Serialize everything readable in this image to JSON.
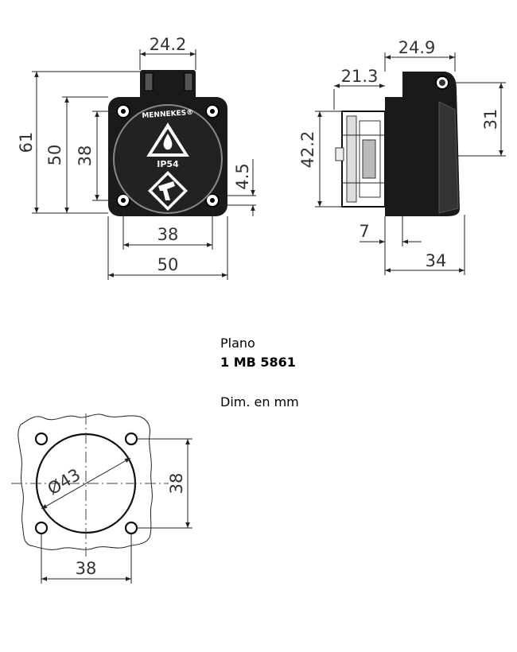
{
  "caption": {
    "line1": "Plano",
    "line2": "1 MB 5861",
    "line3": "Dim. en mm"
  },
  "front_view": {
    "brand": "MENNEKES®",
    "rating": "IP54",
    "dims": {
      "flap_width": "24.2",
      "overall_height": "61",
      "flange_height": "50",
      "hole_spacing_v": "38",
      "hole_diameter": "4.5",
      "hole_spacing_h": "38",
      "flange_width": "50"
    }
  },
  "side_view": {
    "dims": {
      "top_width": "24.9",
      "flange_offset": "21.3",
      "body_height": "42.2",
      "cover_height": "31",
      "flange_thickness": "7",
      "overall_depth": "34"
    }
  },
  "cutout_view": {
    "dims": {
      "diameter": "Ø43",
      "hole_spacing_v": "38",
      "hole_spacing_h": "38"
    }
  }
}
